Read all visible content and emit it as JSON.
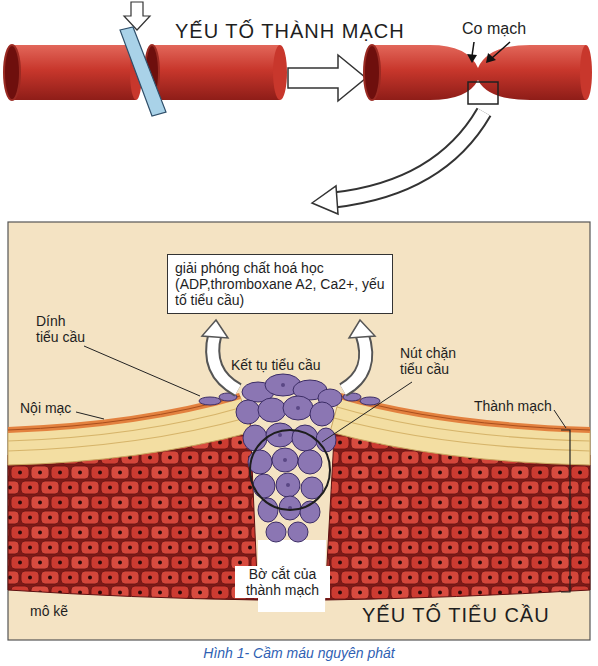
{
  "diagram": {
    "caption": "Hình 1- Cầm máu nguyên phát",
    "nodes": [
      {
        "text": [
          "giải phóng chất hoá học (ADP,thromboxane A2, Ca2+, yếu tố tiểu cầu)"
        ]
      }
    ],
    "labels": [
      "YẾU TỐ THÀNH MẠCH",
      "Co mạch",
      "Dính tiểu cầu",
      "Kết tụ tiểu cầu",
      "Nút chặn tiểu cầu",
      "Nội mạc",
      "Thành mạch",
      "mô kẽ",
      "Bờ cắt của thành mạch",
      "YẾU TỐ TIỂU CẦU"
    ]
  }
}
